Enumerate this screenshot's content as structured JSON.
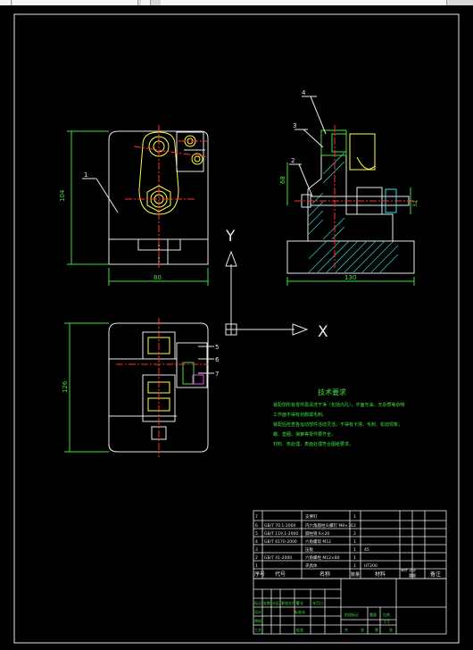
{
  "views": {
    "front": {
      "height_dim": "104",
      "width_dim": "80",
      "callout": "1"
    },
    "side": {
      "width_dim": "130",
      "height_dim": "68",
      "small_dim": "32",
      "callouts": [
        "4",
        "3",
        "2"
      ]
    },
    "top": {
      "height_dim": "126",
      "callouts": [
        "5",
        "6",
        "7"
      ]
    }
  },
  "ucs": {
    "y_label": "Y",
    "x_label": "X"
  },
  "notes": {
    "title": "技术要求",
    "lines": [
      "装配前所有零件需清洗干净（包括内孔），平面无油、无杂质等杂物",
      "工作面不得有划痕或毛刺。",
      "装配后检查各运动部件活动灵活，不得有卡滞、毛刺、松动现象，",
      "螺、垫圈、弹簧等零件要齐全，",
      "材料、热处理，表面处理符合图纸要求。"
    ]
  },
  "bom": {
    "rows": [
      {
        "no": "7",
        "code": "",
        "name": "支撑钉",
        "qty": "1",
        "material": "",
        "note": ""
      },
      {
        "no": "6",
        "code": "GB/T 70.1-2000",
        "name": "内六角圆柱头螺钉 M8×30",
        "qty": "2",
        "material": "",
        "note": ""
      },
      {
        "no": "5",
        "code": "GB/T 119.1-2000",
        "name": "圆柱销 6×20",
        "qty": "2",
        "material": "",
        "note": ""
      },
      {
        "no": "4",
        "code": "GB/T 6170-2000",
        "name": "六角螺母 M12",
        "qty": "1",
        "material": "",
        "note": ""
      },
      {
        "no": "3",
        "code": "",
        "name": "压板",
        "qty": "1",
        "material": "45",
        "note": ""
      },
      {
        "no": "2",
        "code": "GB/T 41-2000",
        "name": "六角螺栓 M12×80",
        "qty": "1",
        "material": "",
        "note": ""
      },
      {
        "no": "1",
        "code": "",
        "name": "夹具体",
        "qty": "1",
        "material": "HT200",
        "note": ""
      }
    ],
    "header": {
      "no": "序号",
      "code": "代号",
      "name": "名称",
      "qty": "数量",
      "material": "材料",
      "weight": "单件 总计",
      "weight_sub": "重量",
      "note": "备注"
    }
  },
  "title_block": {
    "sig_labels": [
      "标记",
      "处数",
      "分区",
      "更改文件号",
      "签名",
      "年月日"
    ],
    "design": "设计",
    "std": "标准化",
    "review": "审核",
    "process": "工艺",
    "approve": "批准",
    "stage": "阶段标记",
    "weight": "重量",
    "scale": "比例",
    "sheet": "共",
    "sheet2": "张",
    "sheet3": "第",
    "scale_val": "1:1"
  },
  "colors": {
    "outline": "#e8e8e8",
    "center": "#ff3030",
    "yellow": "#ffff40",
    "green": "#40e040",
    "cyan": "#30e0e0",
    "hatch": "#30c0c0",
    "magenta": "#ff40ff"
  }
}
